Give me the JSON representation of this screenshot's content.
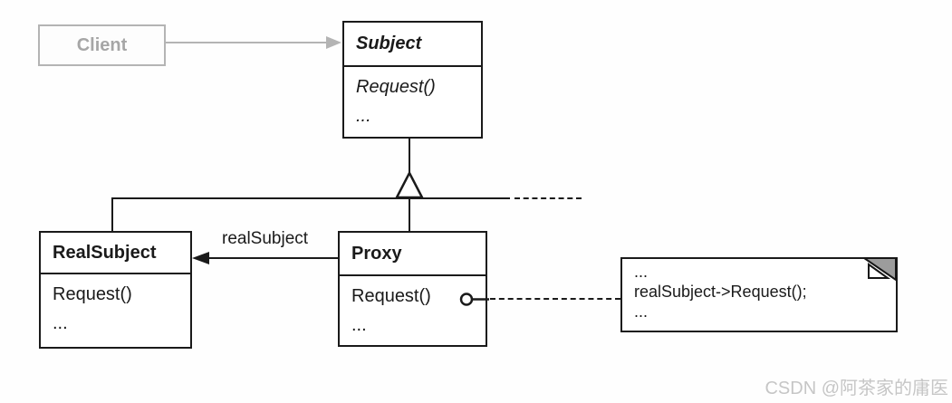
{
  "diagram": {
    "pattern": "Proxy (GoF structure diagram)",
    "classes": {
      "client": {
        "name": "Client"
      },
      "subject": {
        "name": "Subject",
        "methods": [
          "Request()",
          "..."
        ]
      },
      "real_subject": {
        "name": "RealSubject",
        "methods": [
          "Request()",
          "..."
        ]
      },
      "proxy": {
        "name": "Proxy",
        "methods": [
          "Request()",
          "..."
        ]
      }
    },
    "labels": {
      "association": "realSubject"
    },
    "note": {
      "lines": [
        "...",
        "realSubject->Request();",
        "..."
      ]
    },
    "watermark": "CSDN @阿茶家的庸医",
    "colors": {
      "line": "#1a1a1a",
      "faded_gray": "#b4b4b4",
      "note_fold_gray": "#9c9c9c",
      "watermark_gray": "#c6c6c6"
    }
  }
}
